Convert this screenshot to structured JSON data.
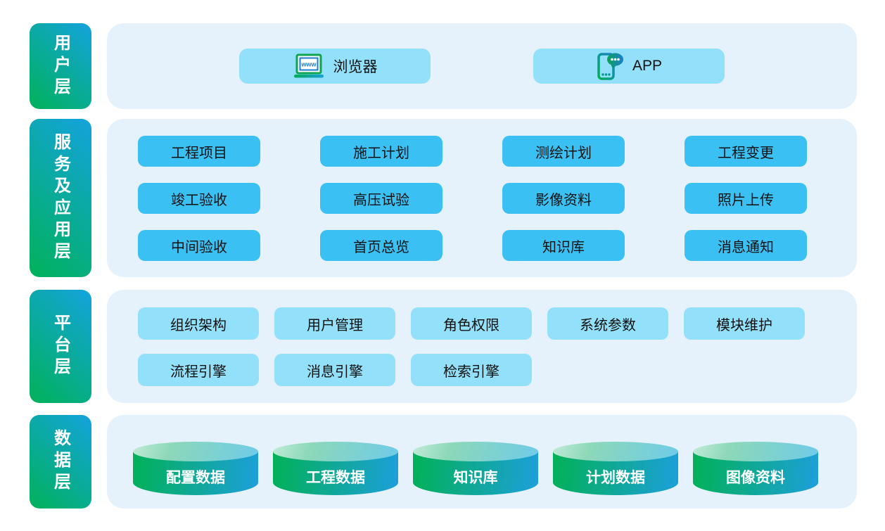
{
  "colors": {
    "layer_label_gradient_start": "#00b259",
    "layer_label_gradient_end": "#14a3de",
    "panel_bg": "#e5f2fc",
    "service_button_bg": "#3bc0f4",
    "light_button_bg": "#93e0fa",
    "cylinder_gradient_start": "#02b157",
    "cylinder_gradient_end": "#1d9fdb",
    "button_text": "#111111"
  },
  "layers": {
    "user": {
      "label": "用户层",
      "browser": {
        "label": "浏览器",
        "icon": "browser-icon",
        "icon_text": "www"
      },
      "app": {
        "label": "APP",
        "icon": "app-chat-icon"
      }
    },
    "service": {
      "label": "服务及应用层",
      "rows": [
        [
          "工程项目",
          "施工计划",
          "测绘计划",
          "工程变更"
        ],
        [
          "竣工验收",
          "高压试验",
          "影像资料",
          "照片上传"
        ],
        [
          "中间验收",
          "首页总览",
          "知识库",
          "消息通知"
        ]
      ]
    },
    "platform": {
      "label": "平台层",
      "rows": [
        [
          "组织架构",
          "用户管理",
          "角色权限",
          "系统参数",
          "模块维护"
        ],
        [
          "流程引擎",
          "消息引擎",
          "检索引擎"
        ]
      ]
    },
    "data": {
      "label": "数据层",
      "stores": [
        "配置数据",
        "工程数据",
        "知识库",
        "计划数据",
        "图像资料"
      ]
    }
  }
}
